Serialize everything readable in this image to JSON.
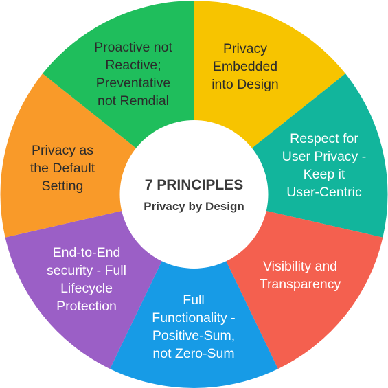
{
  "center": {
    "title": "7 PRINCIPLES",
    "subtitle": "Privacy by Design"
  },
  "principles": [
    {
      "id": "embedded",
      "lines": [
        "Privacy",
        "Embedded",
        "into Design"
      ],
      "color": "#f7c400",
      "text_color": "#2b2b2b"
    },
    {
      "id": "user-centric",
      "lines": [
        "Respect for",
        "User Privacy -",
        "Keep it",
        "User-Centric"
      ],
      "color": "#12b59c",
      "text_color": "#ffffff"
    },
    {
      "id": "visibility",
      "lines": [
        "Visibility and",
        "Transparency"
      ],
      "color": "#f4604f",
      "text_color": "#ffffff"
    },
    {
      "id": "full-functionality",
      "lines": [
        "Full",
        "Functionality -",
        "Positive-Sum,",
        "not Zero-Sum"
      ],
      "color": "#179be6",
      "text_color": "#ffffff"
    },
    {
      "id": "end-to-end",
      "lines": [
        "End-to-End",
        "security - Full",
        "Lifecycle",
        "Protection"
      ],
      "color": "#9b5fc6",
      "text_color": "#ffffff"
    },
    {
      "id": "default-setting",
      "lines": [
        "Privacy as",
        "the Default",
        "Setting"
      ],
      "color": "#f99a29",
      "text_color": "#2b2b2b"
    },
    {
      "id": "proactive",
      "lines": [
        "Proactive not",
        "Reactive;",
        "Preventative",
        "not Remdial"
      ],
      "color": "#1fbe5c",
      "text_color": "#2b2b2b"
    }
  ],
  "center_fill": "#ffffff",
  "center_text_color": "#3a3a3a"
}
